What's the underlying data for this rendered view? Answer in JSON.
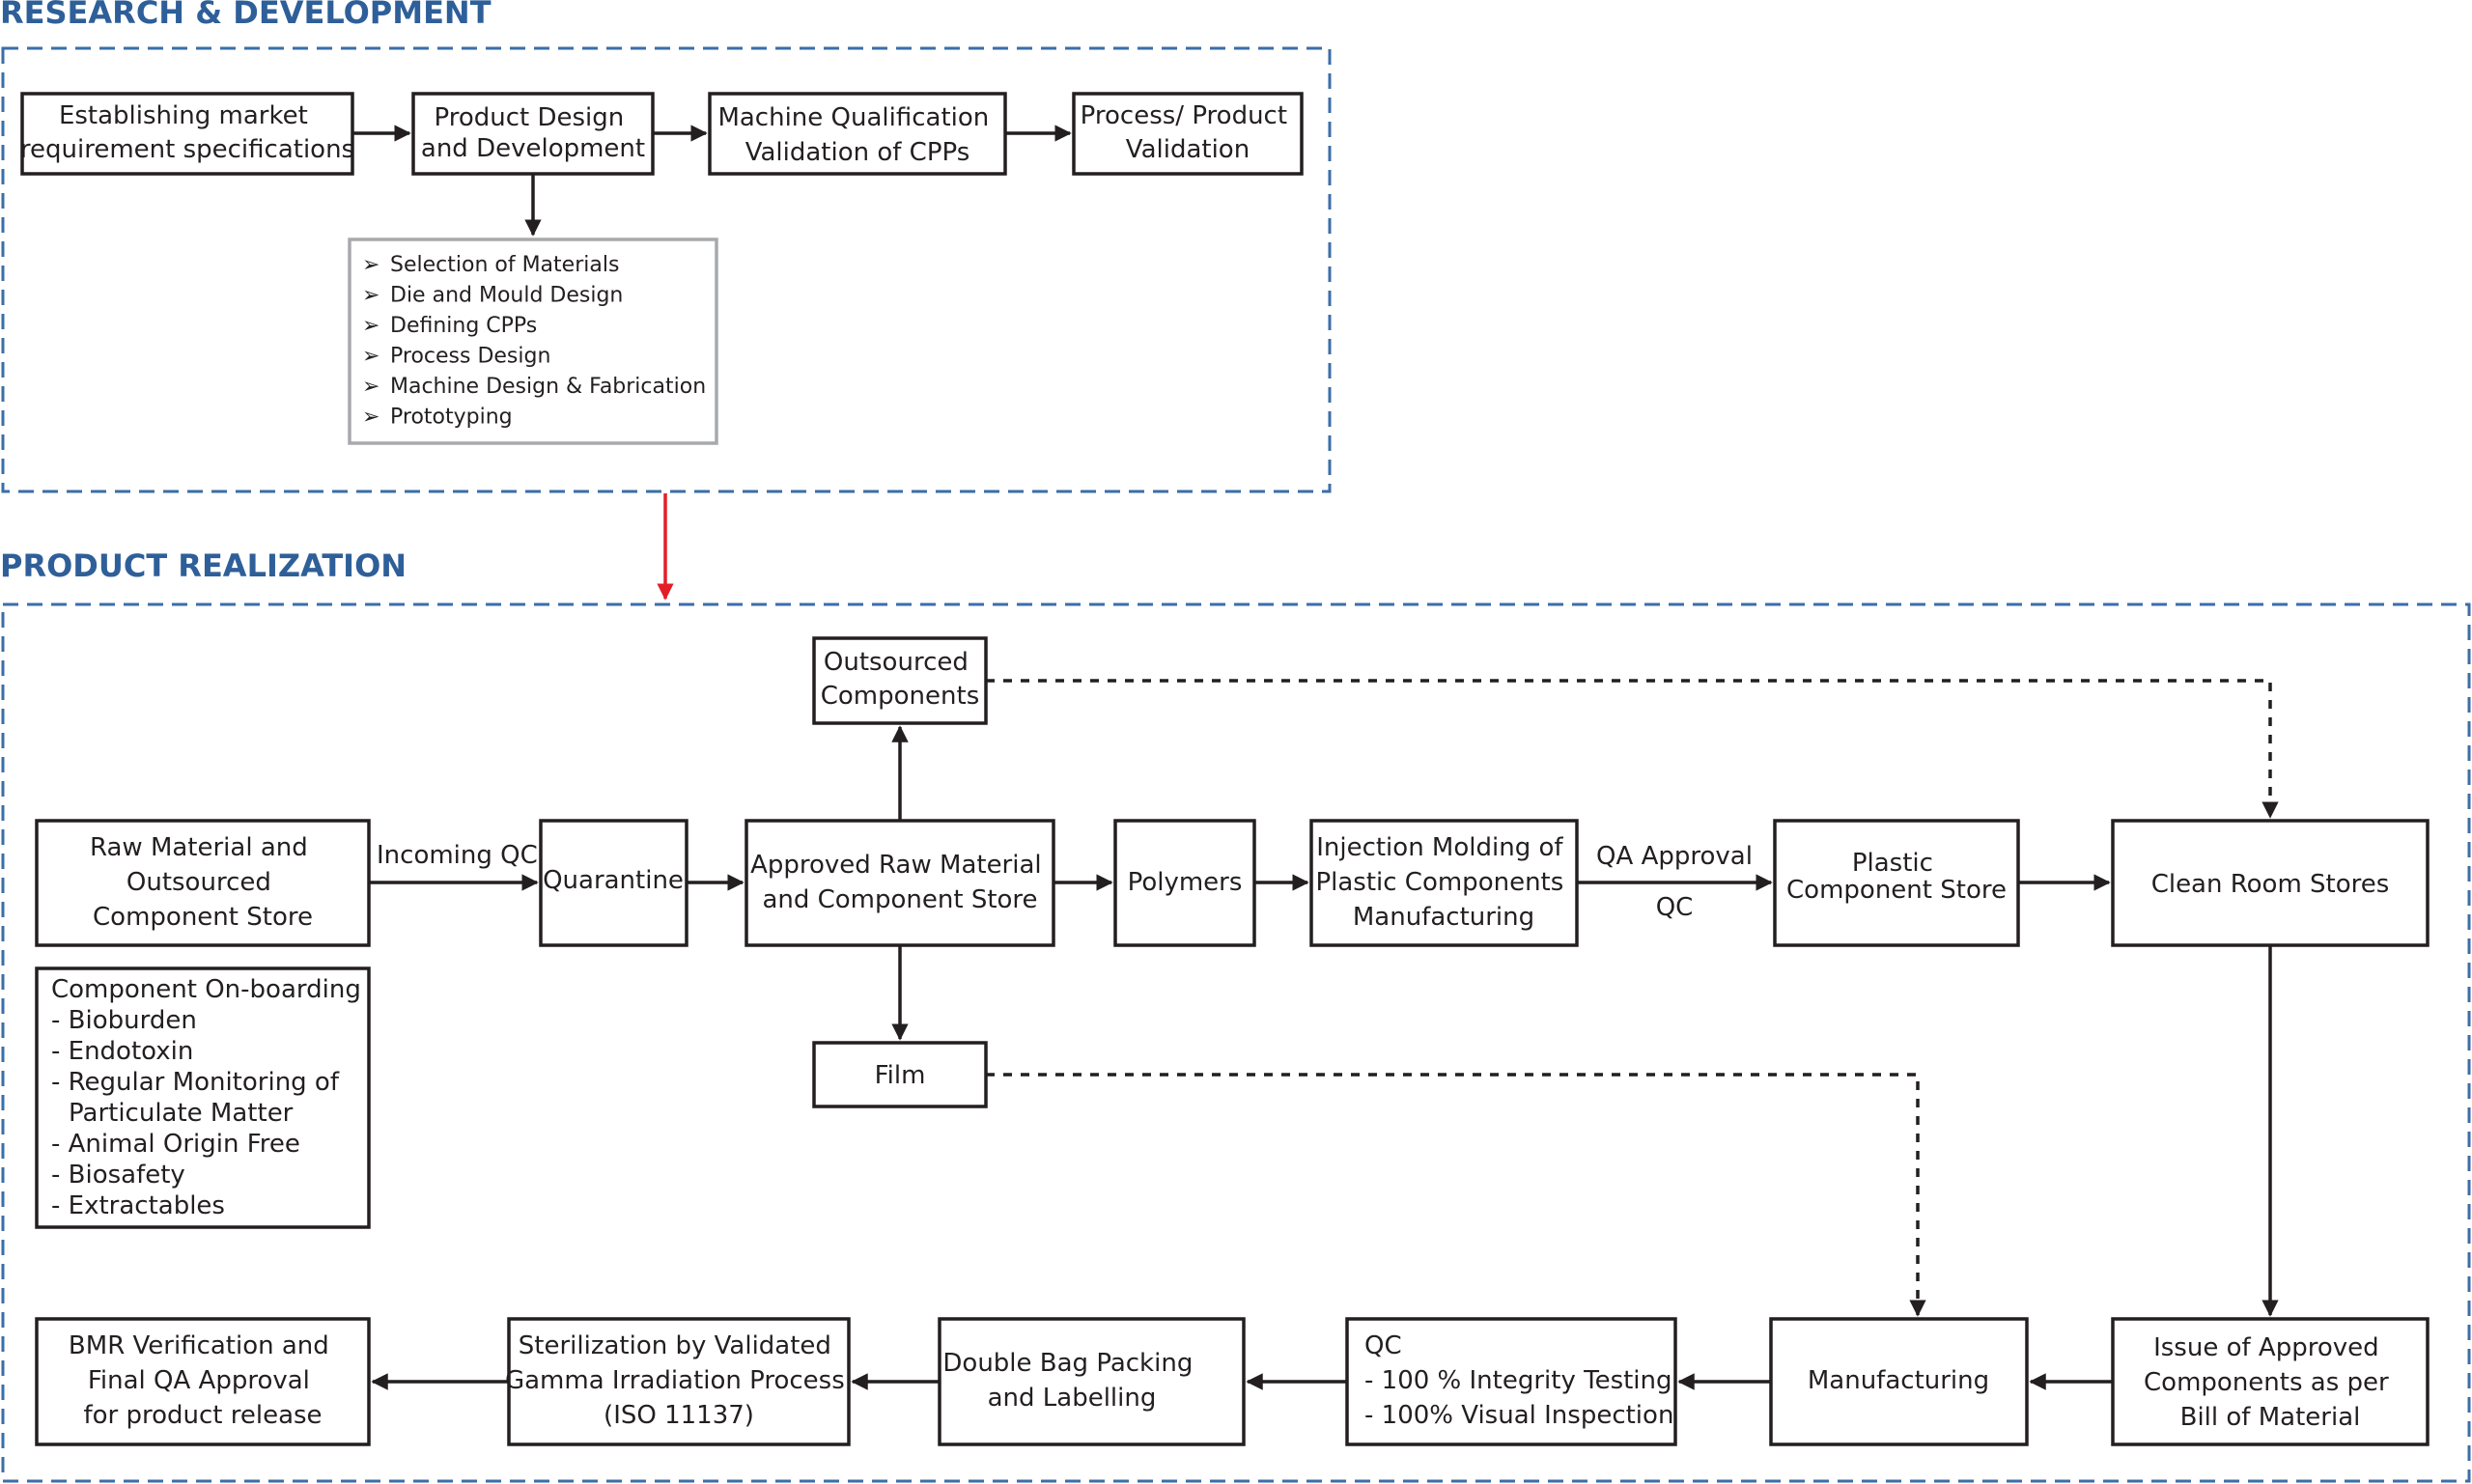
{
  "sections": {
    "rd_title": "RESEARCH & DEVELOPMENT",
    "pr_title": "PRODUCT REALIZATION"
  },
  "rd": {
    "market": [
      "Establishing market",
      "requirement specifications"
    ],
    "design": [
      "Product Design",
      "and Development"
    ],
    "machine": [
      "Machine Qualification",
      "Validation of CPPs"
    ],
    "validation": [
      "Process/ Product",
      "Validation"
    ],
    "bullet_glyph": "➢",
    "bullets": [
      "Selection of Materials",
      "Die and Mould Design",
      "Defining CPPs",
      "Process Design",
      "Machine Design & Fabrication",
      "Prototyping"
    ]
  },
  "pr": {
    "raw_store": [
      "Raw Material and",
      "Outsourced",
      "Component Store"
    ],
    "incoming_qc": "Incoming QC",
    "quarantine": "Quarantine",
    "approved_store": [
      "Approved Raw Material",
      "and Component Store"
    ],
    "outsourced": [
      "Outsourced",
      "Components"
    ],
    "film": "Film",
    "polymers": "Polymers",
    "injection": [
      "Injection Molding of",
      "Plastic Components",
      "Manufacturing"
    ],
    "qa_approval": "QA Approval",
    "qc_label": "QC",
    "plastic_store": [
      "Plastic",
      "Component Store"
    ],
    "clean_room": "Clean Room Stores",
    "onboarding": [
      "Component On-boarding",
      "- Bioburden",
      "- Endotoxin",
      "- Regular Monitoring of",
      "Particulate Matter",
      "- Animal Origin Free",
      "- Biosafety",
      "- Extractables"
    ],
    "issue": [
      "Issue of Approved",
      "Components as per",
      "Bill of Material"
    ],
    "manufacturing": "Manufacturing",
    "qc_box": [
      "QC",
      "- 100 % Integrity Testing",
      "- 100% Visual Inspection"
    ],
    "packing": [
      "Double Bag Packing",
      "and Labelling"
    ],
    "sterilization": [
      "Sterilization by Validated",
      "Gamma Irradiation Process",
      "(ISO 11137)"
    ],
    "bmr": [
      "BMR Verification and",
      "Final QA Approval",
      "for product release"
    ]
  },
  "colors": {
    "header": "#2e5f99",
    "dashed_border": "#3a6ea8",
    "handoff_arrow": "#e41e26",
    "gray_box": "#a7a9ac"
  }
}
